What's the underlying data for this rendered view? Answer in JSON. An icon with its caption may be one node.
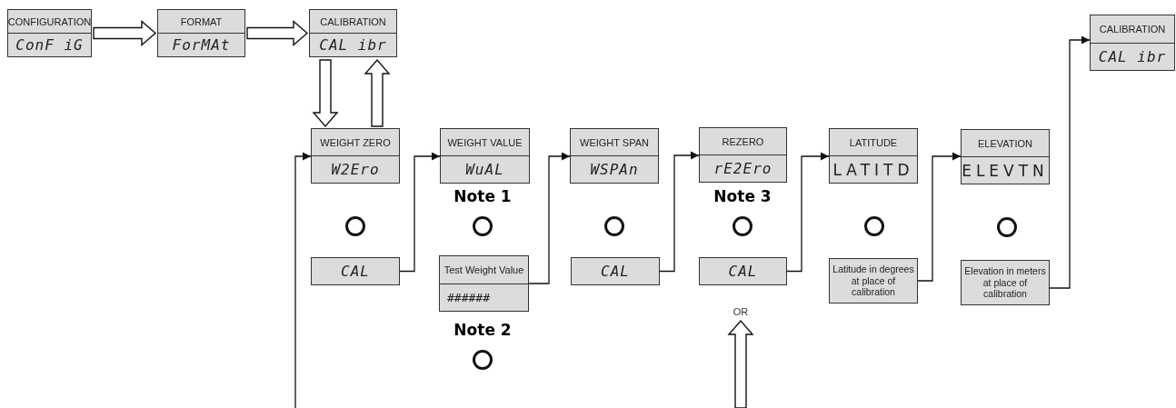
{
  "diagram": {
    "nodes": [
      {
        "text": [
          "CONFIGURATION",
          "ConF iG"
        ]
      },
      {
        "text": [
          "FORMAT",
          "ForMAt"
        ]
      },
      {
        "text": [
          "CALIBRATION",
          "CAL ibr"
        ]
      },
      {
        "text": [
          "WEIGHT ZERO",
          "W2Ero"
        ]
      },
      {
        "text": [
          "WEIGHT VALUE",
          "WuAL"
        ]
      },
      {
        "text": [
          "WEIGHT SPAN",
          "WSPAn"
        ]
      },
      {
        "text": [
          "REZERO",
          "rE2Ero"
        ]
      },
      {
        "text": [
          "LATITUDE",
          "LATITD"
        ]
      },
      {
        "text": [
          "ELEVATION",
          "ELEVTN"
        ]
      },
      {
        "text": [
          "CALIBRATION",
          "CAL ibr"
        ]
      },
      {
        "text": [],
        "shape": "circle"
      },
      {
        "text": [],
        "shape": "circle"
      },
      {
        "text": [],
        "shape": "circle"
      },
      {
        "text": [],
        "shape": "circle"
      },
      {
        "text": [],
        "shape": "circle"
      },
      {
        "text": [],
        "shape": "circle"
      },
      {
        "text": [
          "CAL"
        ]
      },
      {
        "text": [
          "Test Weight Value",
          "######"
        ]
      },
      {
        "text": [
          "CAL"
        ]
      },
      {
        "text": [
          "CAL"
        ]
      },
      {
        "text": [
          "Latitude in degrees at place of calibration"
        ]
      },
      {
        "text": [
          "Elevation in meters at place of calibration"
        ]
      },
      {
        "text": [],
        "shape": "circle"
      },
      {
        "text": [
          "OR"
        ]
      }
    ],
    "edges": [
      {
        "from": 0,
        "to": 1,
        "arrow": "to",
        "style": "thick"
      },
      {
        "from": 1,
        "to": 2,
        "arrow": "to",
        "style": "thick"
      },
      {
        "from": 2,
        "to": 3,
        "arrow": "to",
        "style": "thick"
      },
      {
        "from": 3,
        "to": 2,
        "arrow": "to",
        "style": "thick"
      },
      {
        "from": null,
        "to": 3,
        "arrow": "to"
      },
      {
        "from": 16,
        "to": 4,
        "arrow": "to"
      },
      {
        "from": 17,
        "to": 5,
        "arrow": "to"
      },
      {
        "from": 18,
        "to": 6,
        "arrow": "to"
      },
      {
        "from": 19,
        "to": 7,
        "arrow": "to"
      },
      {
        "from": 20,
        "to": 8,
        "arrow": "to"
      },
      {
        "from": 21,
        "to": 9,
        "arrow": "to"
      },
      {
        "from": null,
        "to": 23,
        "arrow": "to",
        "style": "thick"
      }
    ],
    "labels": [
      "Note 1",
      "Note 3",
      "Note 2"
    ]
  }
}
